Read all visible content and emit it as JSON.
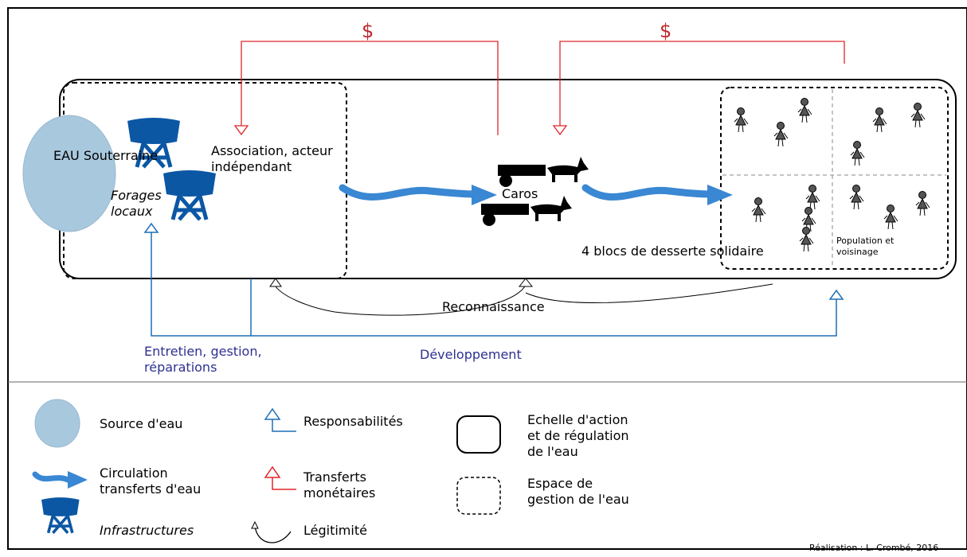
{
  "diagram": {
    "source_label": "EAU Souterraine",
    "forages_label": "Forages\nlocaux",
    "association_label": "Association, acteur\nindépendant",
    "caros_label": "Caros",
    "blocs_label": "4 blocs de desserte solidaire",
    "population_label": "Population et\nvoisinage",
    "reconnaissance_label": "Reconnaissance",
    "entretien_label": "Entretien, gestion,\nréparations",
    "developpement_label": "Développement",
    "money_symbol_1": "$",
    "money_symbol_2": "$"
  },
  "legend": {
    "source": "Source d'eau",
    "circulation": "Circulation\ntransferts d'eau",
    "infrastructures": "Infrastructures",
    "responsabilites": "Responsabilités",
    "transferts_monetaires": "Transferts\nmonétaires",
    "legitimite": "Légitimité",
    "echelle": "Echelle d'action\net de régulation\nde l'eau",
    "espace": "Espace de\ngestion de l'eau"
  },
  "credit": "Réalisation :  L. Crombé, 2016",
  "colors": {
    "water": "#3a87d3",
    "source_fill": "#a8c8de",
    "tower": "#0b57a4",
    "responsibility": "#1f6fb5",
    "money": "#e0262a",
    "label_blue": "#2e3192"
  }
}
